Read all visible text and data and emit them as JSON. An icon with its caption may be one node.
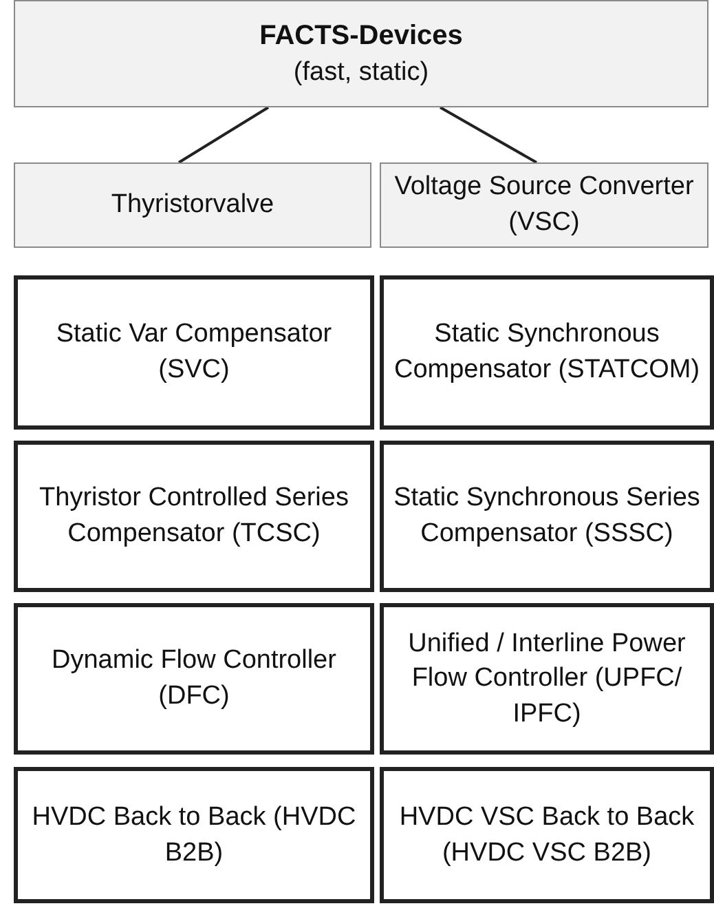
{
  "diagram": {
    "nodes": [
      {
        "text": [
          "FACTS-Devices",
          "(fast, static)"
        ]
      },
      {
        "text": [
          "Thyristorvalve"
        ]
      },
      {
        "text": [
          "Voltage Source Converter (VSC)"
        ]
      },
      {
        "text": [
          "Static Var Compensator (SVC)"
        ]
      },
      {
        "text": [
          "Static Synchronous Compensator (STATCOM)"
        ]
      },
      {
        "text": [
          "Thyristor Controlled Series Compensator (TCSC)"
        ]
      },
      {
        "text": [
          "Static Synchronous Series Compensator (SSSC)"
        ]
      },
      {
        "text": [
          "Dynamic Flow Controller (DFC)"
        ]
      },
      {
        "text": [
          "Unified / Interline Power Flow Controller (UPFC/ IPFC)"
        ]
      },
      {
        "text": [
          "HVDC Back to Back (HVDC B2B)"
        ]
      },
      {
        "text": [
          "HVDC VSC Back to Back (HVDC VSC B2B)"
        ]
      }
    ],
    "edges": [
      {
        "from": 0,
        "to": 1,
        "arrow": "none"
      },
      {
        "from": 0,
        "to": 2,
        "arrow": "none"
      }
    ]
  }
}
